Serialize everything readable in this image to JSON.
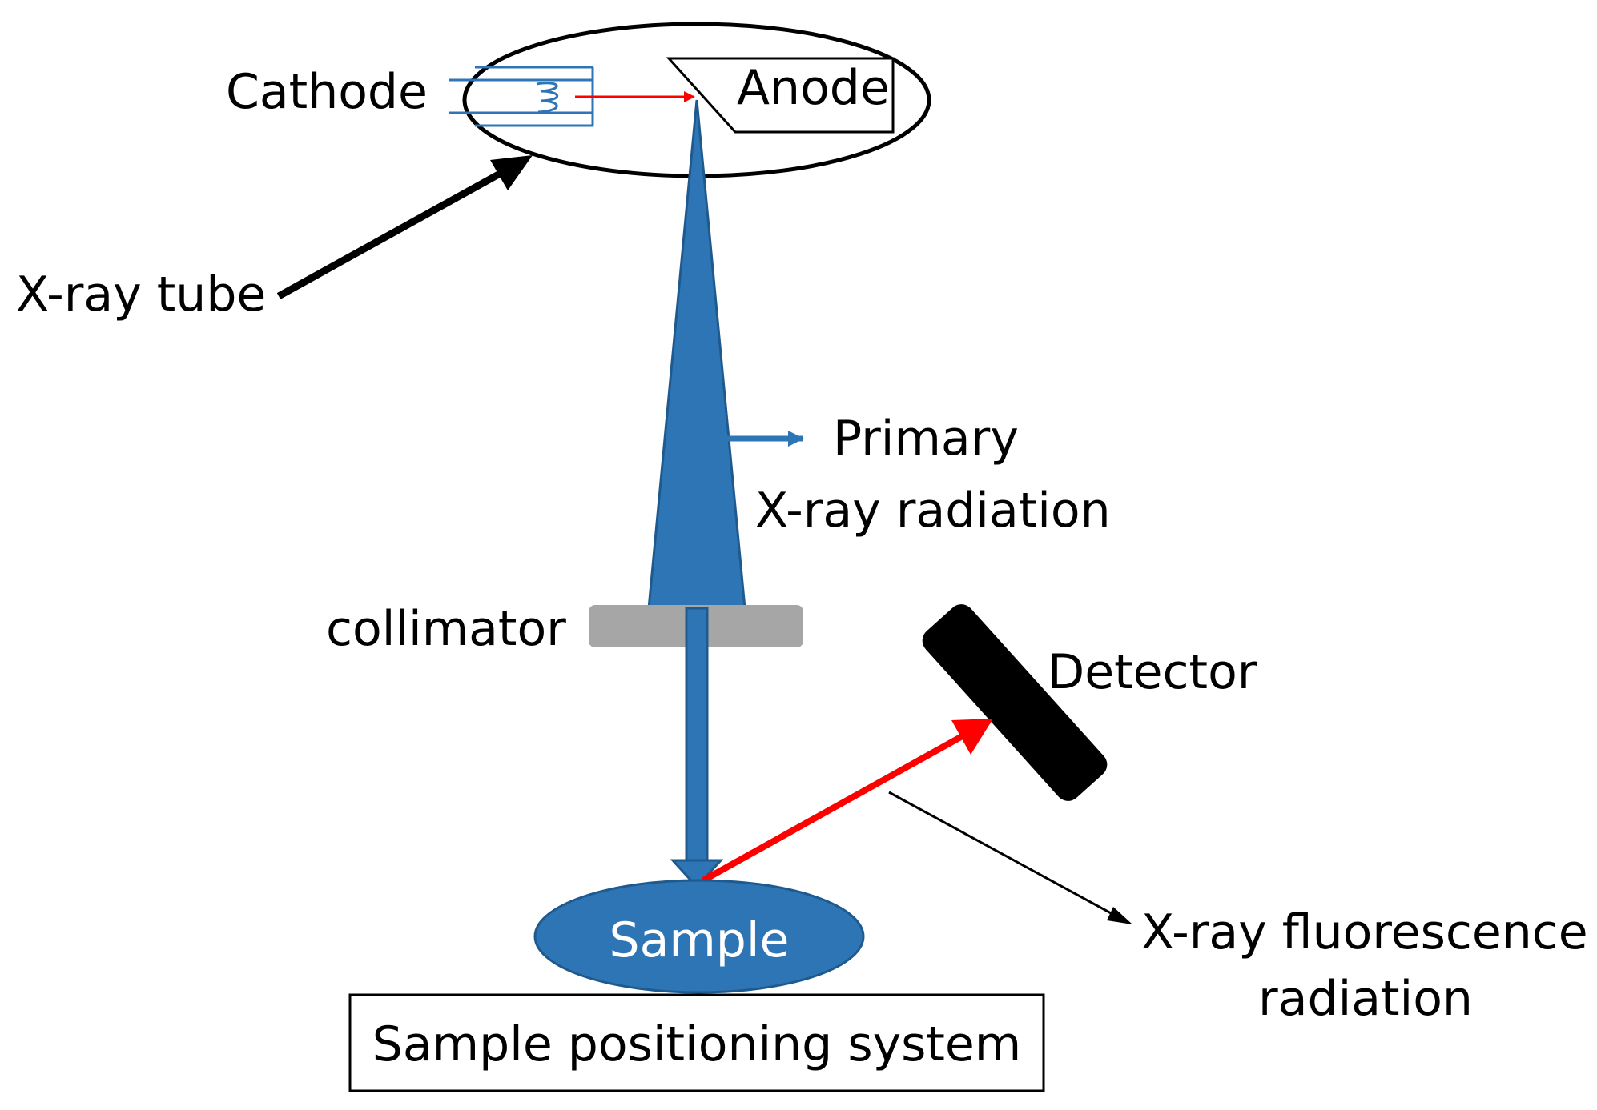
{
  "labels": {
    "cathode": "Cathode",
    "anode": "Anode",
    "xray_tube": "X-ray tube",
    "primary_line1": "Primary",
    "primary_line2": "X-ray radiation",
    "collimator": "collimator",
    "detector": "Detector",
    "sample": "Sample",
    "fluorescence_line1": "X-ray fluorescence",
    "fluorescence_line2": "radiation",
    "positioning_system": "Sample positioning system"
  },
  "colors": {
    "beam_blue": "#2E75B6",
    "fluorescence_red": "#FF0000",
    "collimator_gray": "#A6A6A6",
    "detector_black": "#000000"
  }
}
